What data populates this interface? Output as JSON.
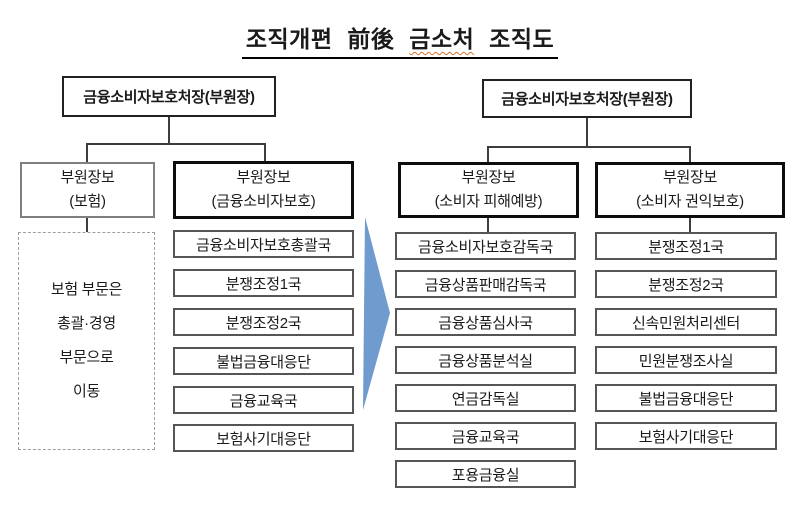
{
  "title": {
    "pre": "조직개편 前後 ",
    "spellcheck_word": "금소처",
    "post": " 조직도"
  },
  "before": {
    "head": "금융소비자보호처장(부원장)",
    "vice_insurance": "부원장보\n(보험)",
    "vice_consumer": "부원장보\n(금융소비자보호)",
    "note": "보험 부문은\n총괄·경영\n부문으로\n이동",
    "departments": [
      "금융소비자보호총괄국",
      "분쟁조정1국",
      "분쟁조정2국",
      "불법금융대응단",
      "금융교육국",
      "보험사기대응단"
    ]
  },
  "after": {
    "head": "금융소비자보호처장(부원장)",
    "vice_prevention": "부원장보\n(소비자 피해예방)",
    "vice_rights": "부원장보\n(소비자 권익보호)",
    "prevention_departments": [
      "금융소비자보호감독국",
      "금융상품판매감독국",
      "금융상품심사국",
      "금융상품분석실",
      "연금감독실",
      "금융교육국",
      "포용금융실"
    ],
    "rights_departments": [
      "분쟁조정1국",
      "분쟁조정2국",
      "신속민원처리센터",
      "민원분쟁조사실",
      "불법금융대응단",
      "보험사기대응단"
    ]
  },
  "arrow": {
    "meaning": "before-to-after-transition",
    "color": "#6F9BCE"
  }
}
